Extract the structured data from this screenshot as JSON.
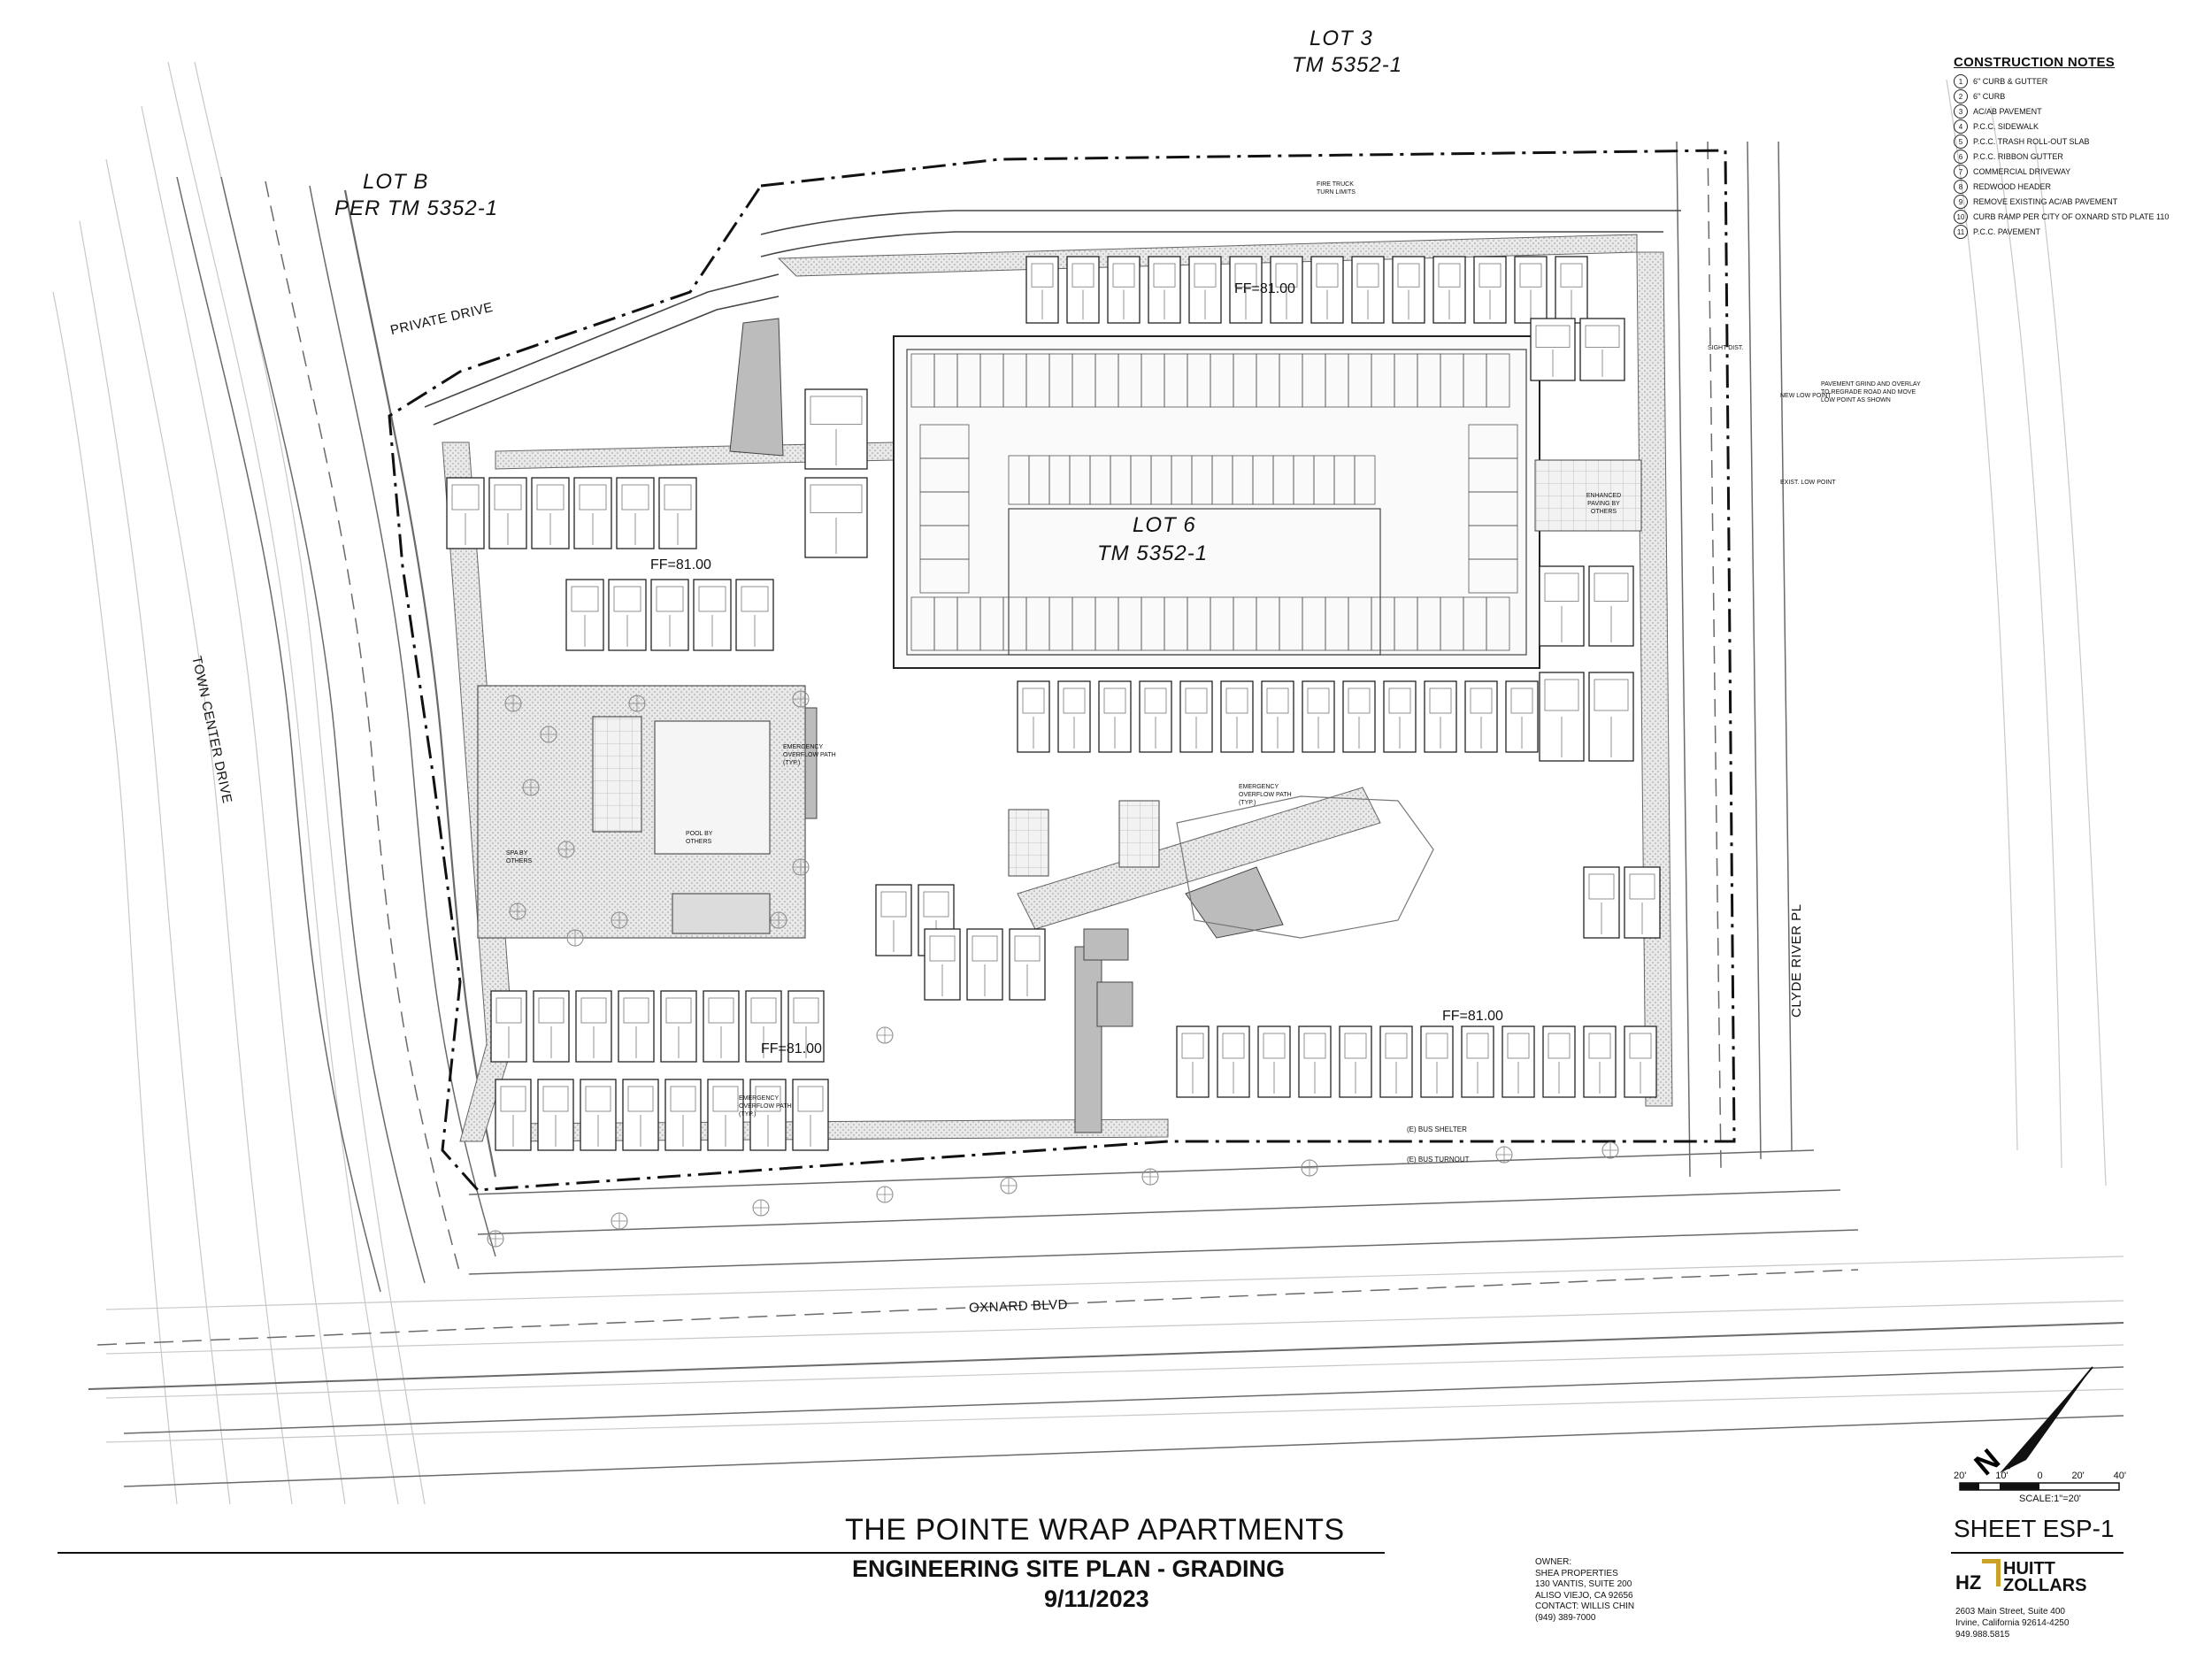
{
  "construction_notes": {
    "title": "CONSTRUCTION NOTES",
    "items": [
      {
        "num": "1",
        "text": "6\" CURB & GUTTER"
      },
      {
        "num": "2",
        "text": "6\" CURB"
      },
      {
        "num": "3",
        "text": "AC/AB PAVEMENT"
      },
      {
        "num": "4",
        "text": "P.C.C. SIDEWALK"
      },
      {
        "num": "5",
        "text": "P.C.C. TRASH ROLL-OUT SLAB"
      },
      {
        "num": "6",
        "text": "P.C.C. RIBBON GUTTER"
      },
      {
        "num": "7",
        "text": "COMMERCIAL DRIVEWAY"
      },
      {
        "num": "8",
        "text": "REDWOOD HEADER"
      },
      {
        "num": "9",
        "text": "REMOVE EXISTING AC/AB PAVEMENT"
      },
      {
        "num": "10",
        "text": "CURB RAMP PER CITY OF OXNARD STD PLATE 110"
      },
      {
        "num": "11",
        "text": "P.C.C. PAVEMENT"
      }
    ]
  },
  "plan": {
    "streets": {
      "town_center": "TOWN CENTER DRIVE",
      "oxnard": "OXNARD BLVD",
      "clyde": "CLYDE RIVER PL",
      "private": "PRIVATE DRIVE"
    },
    "lots": {
      "lot3_a": "LOT 3",
      "lot3_b": "TM 5352-1",
      "lotb_a": "LOT B",
      "lotb_b": "PER TM 5352-1",
      "lot6_a": "LOT 6",
      "lot6_b": "TM 5352-1"
    },
    "ff_label": "FF=81.00",
    "callouts": {
      "enhanced_paving": "ENHANCED PAVING BY OTHERS",
      "pool_by_others": "POOL BY OTHERS",
      "spa_by_others": "SPA BY OTHERS",
      "emergency_overflow": "EMERGENCY OVERFLOW PATH (TYP.)",
      "fire_truck": "FIRE TRUCK TURN LIMITS",
      "bus_shelter": "(E) BUS SHELTER",
      "bus_turnout": "(E) BUS TURNOUT",
      "pavement_grind": "PAVEMENT GRIND AND OVERLAY TO REGRADE ROAD AND MOVE LOW POINT AS SHOWN",
      "new_low_point": "NEW LOW POINT",
      "exist_low_point": "EXIST. LOW POINT",
      "sight_dist": "SIGHT DIST."
    }
  },
  "title_block": {
    "project": "THE POINTE WRAP APARTMENTS",
    "subtitle": "ENGINEERING SITE PLAN - GRADING",
    "date": "9/11/2023",
    "owner_lines": [
      "OWNER:",
      "SHEA PROPERTIES",
      "130 VANTIS, SUITE 200",
      "ALISO VIEJO, CA 92656",
      "CONTACT: WILLIS CHIN",
      "(949) 389-7000"
    ],
    "sheet": "SHEET ESP-1",
    "scale": "SCALE:1\"=20'",
    "scale_ticks": [
      "20'",
      "10'",
      "0",
      "20'",
      "40'"
    ],
    "firm": {
      "mark": "HZ",
      "name1": "HUITT",
      "name2": "ZOLLARS",
      "address": [
        "2603 Main Street, Suite 400",
        "Irvine, California 92614-4250",
        "949.988.5815"
      ]
    }
  },
  "colors": {
    "line": "#3a3a3a",
    "light": "#9a9a9a",
    "fill": "#bdbdbd",
    "dark": "#111111"
  }
}
